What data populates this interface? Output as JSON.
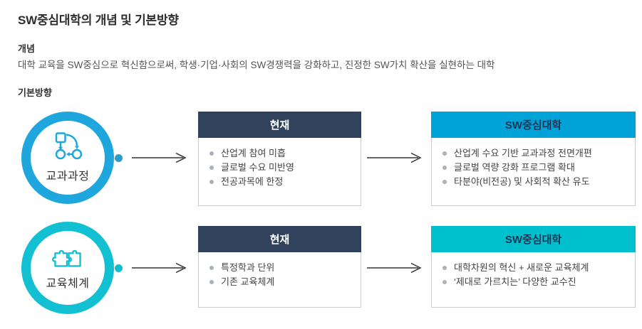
{
  "header": {
    "title": "SW중심대학의 개념 및 기본방향",
    "concept_label": "개념",
    "concept_text": "대학 교육을 SW중심으로 혁신함으로써, 학생·기업·사회의 SW경쟁력을 강화하고, 진정한 SW가치 확산을 실현하는 대학",
    "direction_label": "기본방향"
  },
  "colors": {
    "current_header_bg": "#31435C",
    "current_header_text": "#ffffff",
    "future_header_bg_row1": "#00A2D8",
    "future_header_bg_row2": "#00C0CD",
    "future_header_text": "#1C3654",
    "circle_ring_row1": "#1FA6DD",
    "circle_ring_row2": "#12C0D2",
    "connector_dot_row1": "#2B9CCC",
    "connector_dot_row2": "#12BCCE",
    "arrow": "#333333",
    "bullet_dot": "#A9B2BA"
  },
  "rows": [
    {
      "category": {
        "label": "교과과정",
        "icon": "workflow-icon"
      },
      "current": {
        "title": "현재",
        "items": [
          "산업계 참여 미흡",
          "글로벌 수요 미반영",
          "전공과목에 한정"
        ]
      },
      "future": {
        "title": "SW중심대학",
        "items": [
          "산업계 수요 기반 교과과정 전면개편",
          "글로벌 역량 강화 프로그램 확대",
          "타분야(비전공) 및 사회적 확산 유도"
        ]
      }
    },
    {
      "category": {
        "label": "교육체계",
        "icon": "puzzle-icon"
      },
      "current": {
        "title": "현재",
        "items": [
          "특정학과 단위",
          "기존 교육체계"
        ]
      },
      "future": {
        "title": "SW중심대학",
        "items": [
          "대학차원의 혁신 + 새로운 교육체계",
          "‘제대로 가르치는’ 다양한 교수진"
        ]
      }
    }
  ]
}
